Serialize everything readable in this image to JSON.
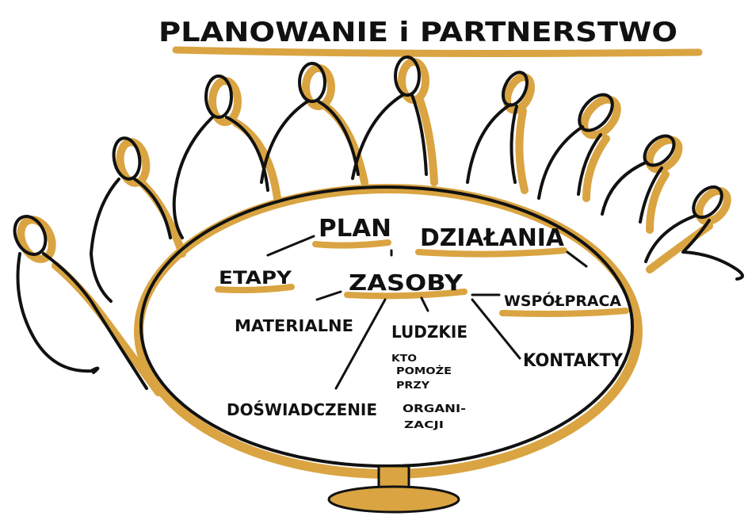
{
  "title": "PLANOWANIE i PARTNERSTWO",
  "center": {
    "plan_word": "PLAN",
    "actions_word": "DZIAŁANIA"
  },
  "branches": {
    "stages": "ETAPY",
    "resources": "ZASOBY",
    "cooperation": "WSPÓŁPRACA",
    "contacts": "KONTAKTY",
    "material": "MATERIALNE",
    "human": "LUDZKIE",
    "who_helps_1": "KTO",
    "who_helps_2": "POMOŻE",
    "who_helps_3": "PRZY",
    "who_helps_4": "ORGANI-",
    "who_helps_5": "ZACJI",
    "experience": "DOŚWIADCZENIE"
  },
  "colors": {
    "ink": "#111111",
    "accent": "#d9a441",
    "background": "#ffffff"
  }
}
